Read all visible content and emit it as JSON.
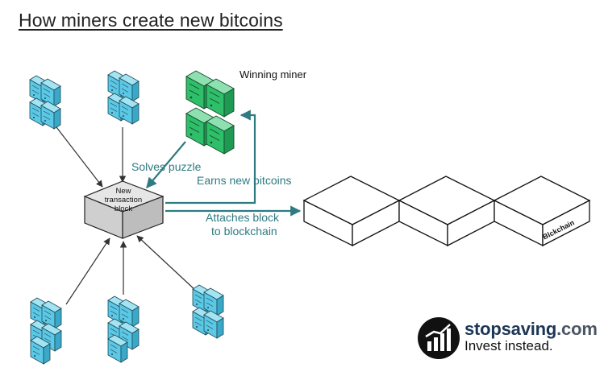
{
  "title": "How miners create new bitcoins",
  "labels": {
    "winning_miner": "Winning miner",
    "solves_puzzle": "Solves puzzle",
    "earns_new_bitcoins": "Earns new bitcoins",
    "new_block_line1": "New",
    "new_block_line2": "transaction",
    "new_block_line3": "block",
    "attaches_line1": "Attaches block",
    "attaches_line2": "to blockchain",
    "blockchain": "Blckchain"
  },
  "logo": {
    "brand_part1": "stopsaving",
    "brand_part2": ".com",
    "tagline": "Invest instead."
  },
  "colors": {
    "miner_blue": "#5bc8e6",
    "winner_green": "#2fbf6a",
    "teal_arrow": "#2e7b81",
    "block_gray": "#d9d9d9"
  }
}
